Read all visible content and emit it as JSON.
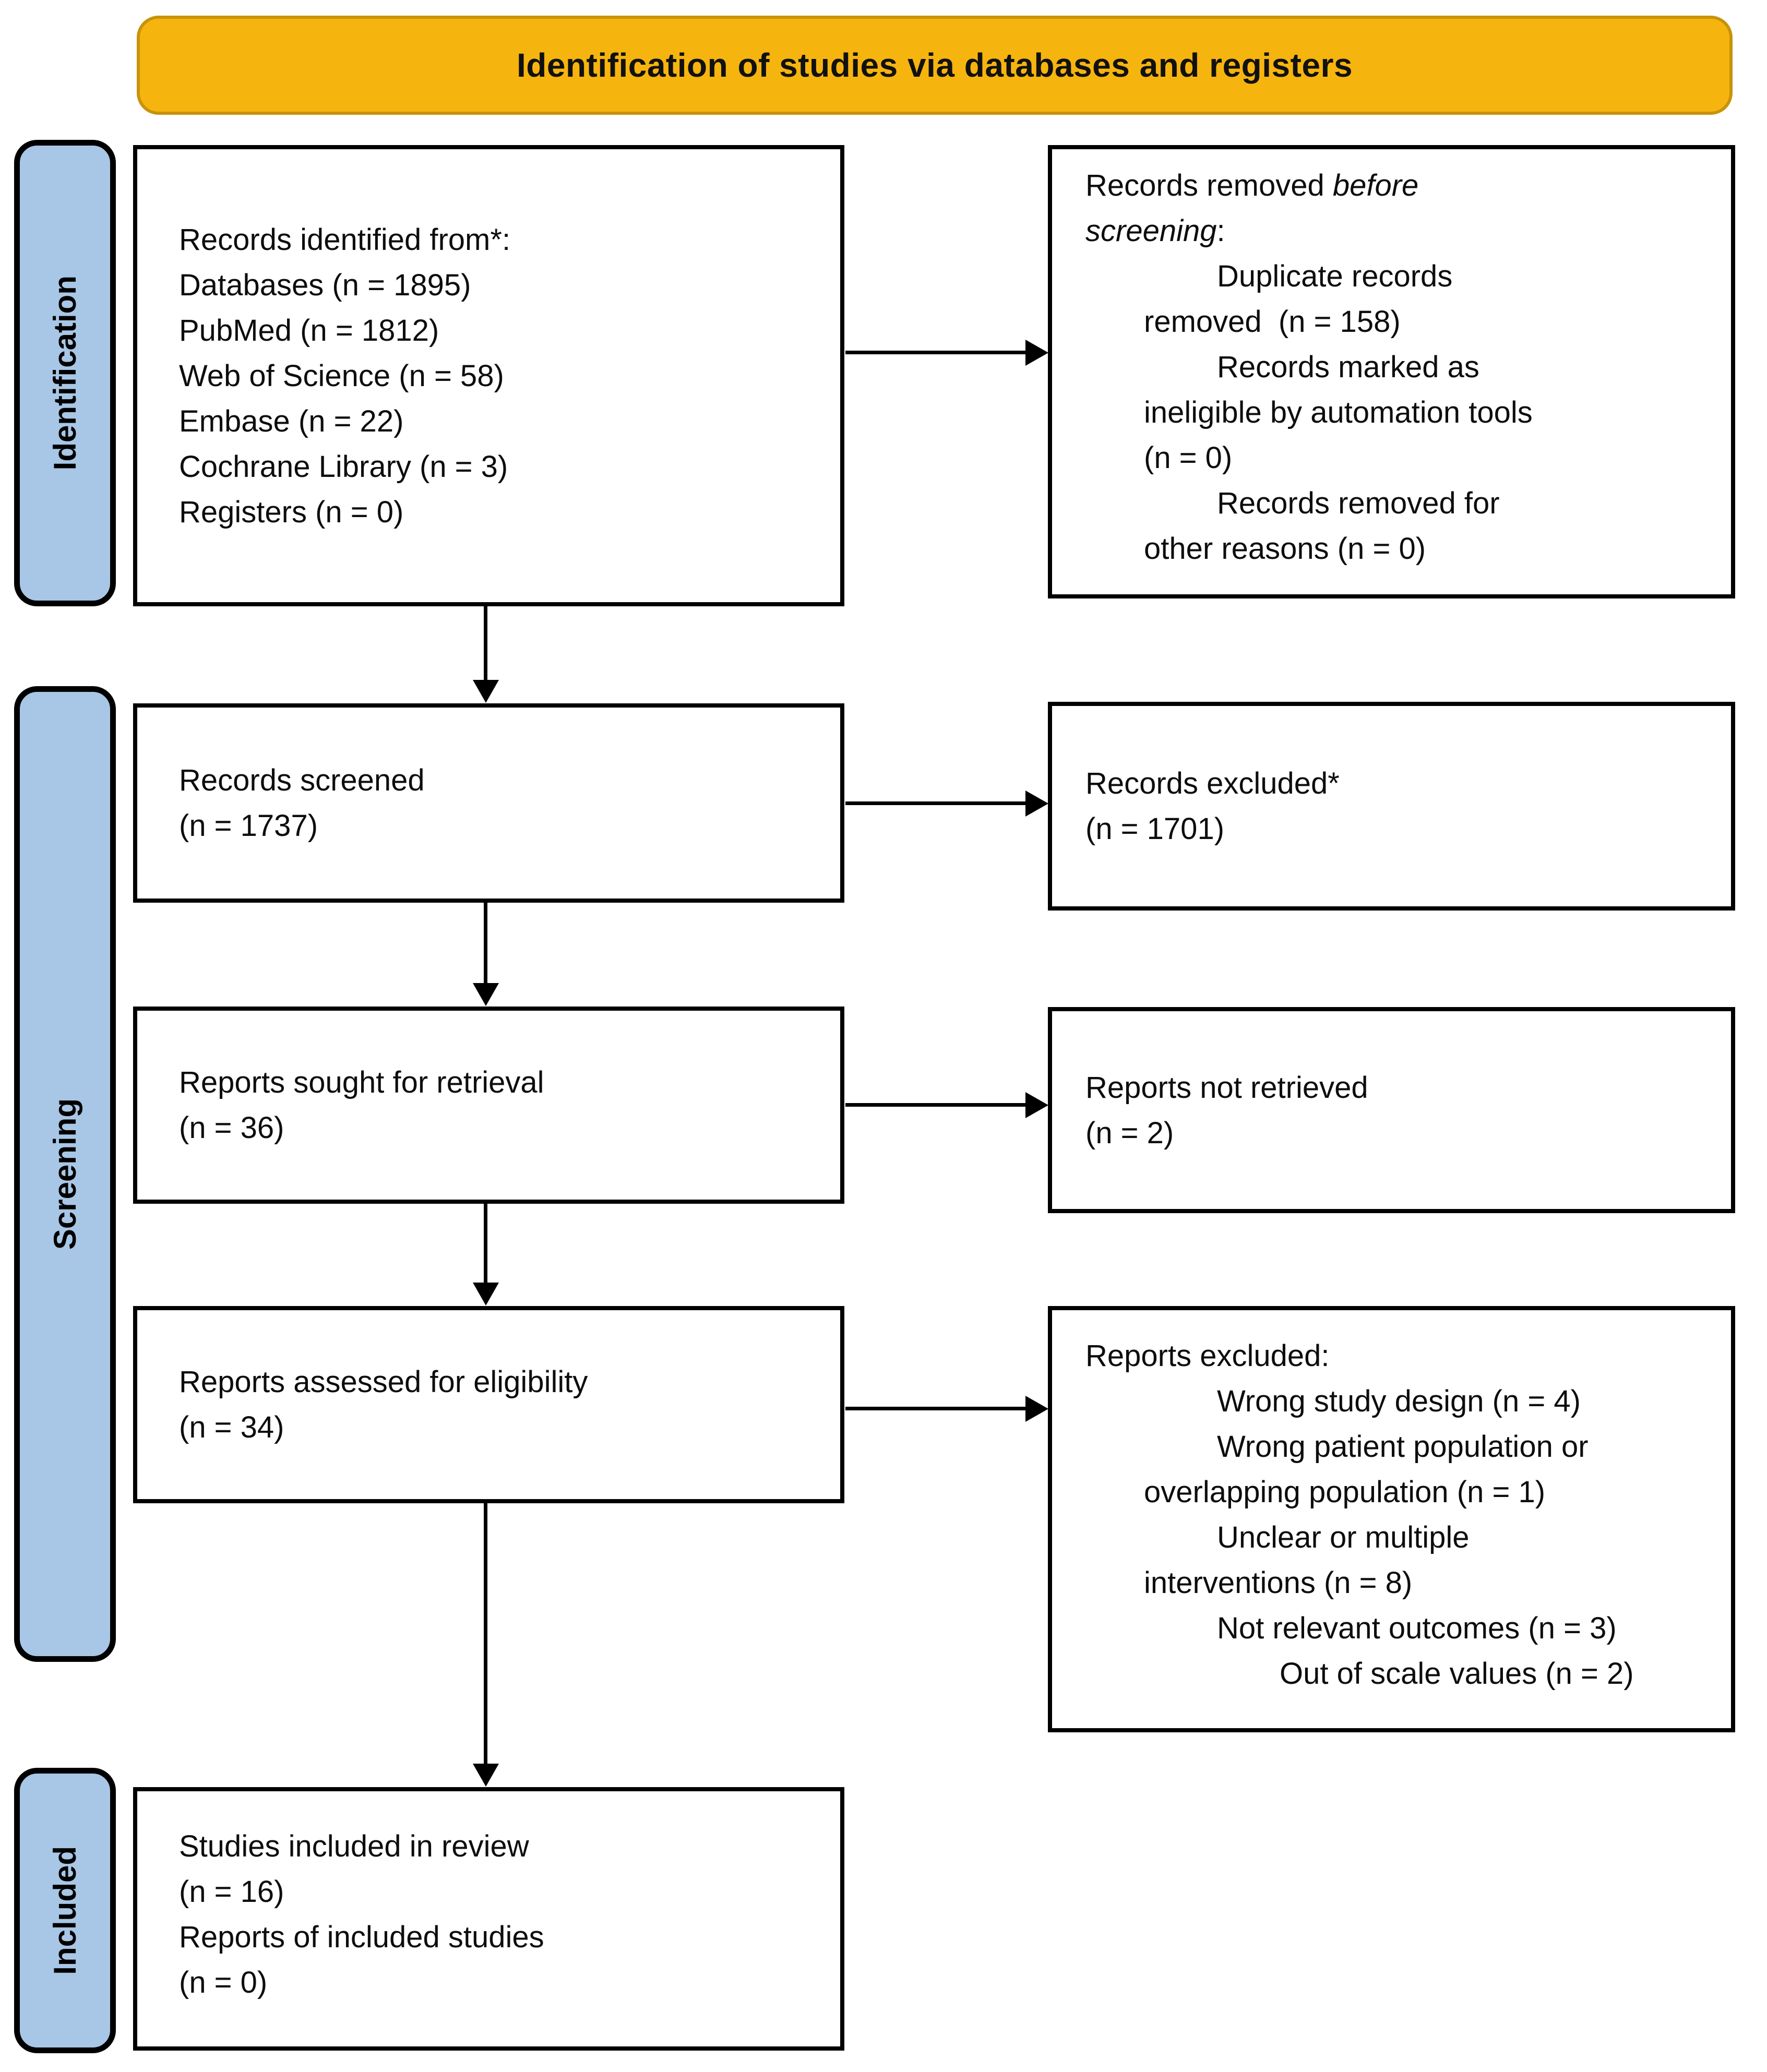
{
  "colors": {
    "header_bg": "#F6B40F",
    "header_border": "#C8920A",
    "sidebar_bg": "#A8C6E5"
  },
  "header": {
    "title": "Identification of studies via databases and registers"
  },
  "sidebar": {
    "identification": "Identification",
    "screening": "Screening",
    "included": "Included"
  },
  "boxes": {
    "records_identified": {
      "lines": [
        "Records identified from*:",
        "Databases (n = 1895)",
        "PubMed (n = 1812)",
        "Web of Science (n = 58)",
        "Embase (n = 22)",
        "Cochrane Library (n = 3)",
        "Registers (n = 0)"
      ]
    },
    "records_removed": {
      "title_prefix": "Records removed ",
      "title_italic_1": "before",
      "title_italic_2": "screening",
      "title_suffix": ":",
      "items": [
        "Duplicate records\nremoved  (n = 158)",
        "Records marked as\nineligible by automation tools\n(n = 0)",
        "Records removed for\nother reasons (n = 0)"
      ]
    },
    "records_screened": {
      "lines": [
        "Records screened",
        "(n = 1737)"
      ]
    },
    "records_excluded": {
      "lines": [
        "Records excluded*",
        "(n = 1701)"
      ]
    },
    "reports_sought": {
      "lines": [
        "Reports sought for retrieval",
        "(n = 36)"
      ]
    },
    "reports_not_retrieved": {
      "lines": [
        "Reports not retrieved",
        "(n = 2)"
      ]
    },
    "reports_assessed": {
      "lines": [
        "Reports assessed for eligibility",
        "(n = 34)"
      ]
    },
    "reports_excluded": {
      "title": "Reports excluded:",
      "items": [
        "Wrong study design (n = 4)",
        "Wrong patient population or\noverlapping population (n = 1)",
        "Unclear or multiple\ninterventions (n = 8)",
        "Not relevant outcomes (n = 3)",
        "Out of scale values (n = 2)"
      ]
    },
    "studies_included": {
      "lines": [
        "Studies included in review",
        "(n = 16)",
        "Reports of included studies",
        "(n = 0)"
      ]
    }
  }
}
